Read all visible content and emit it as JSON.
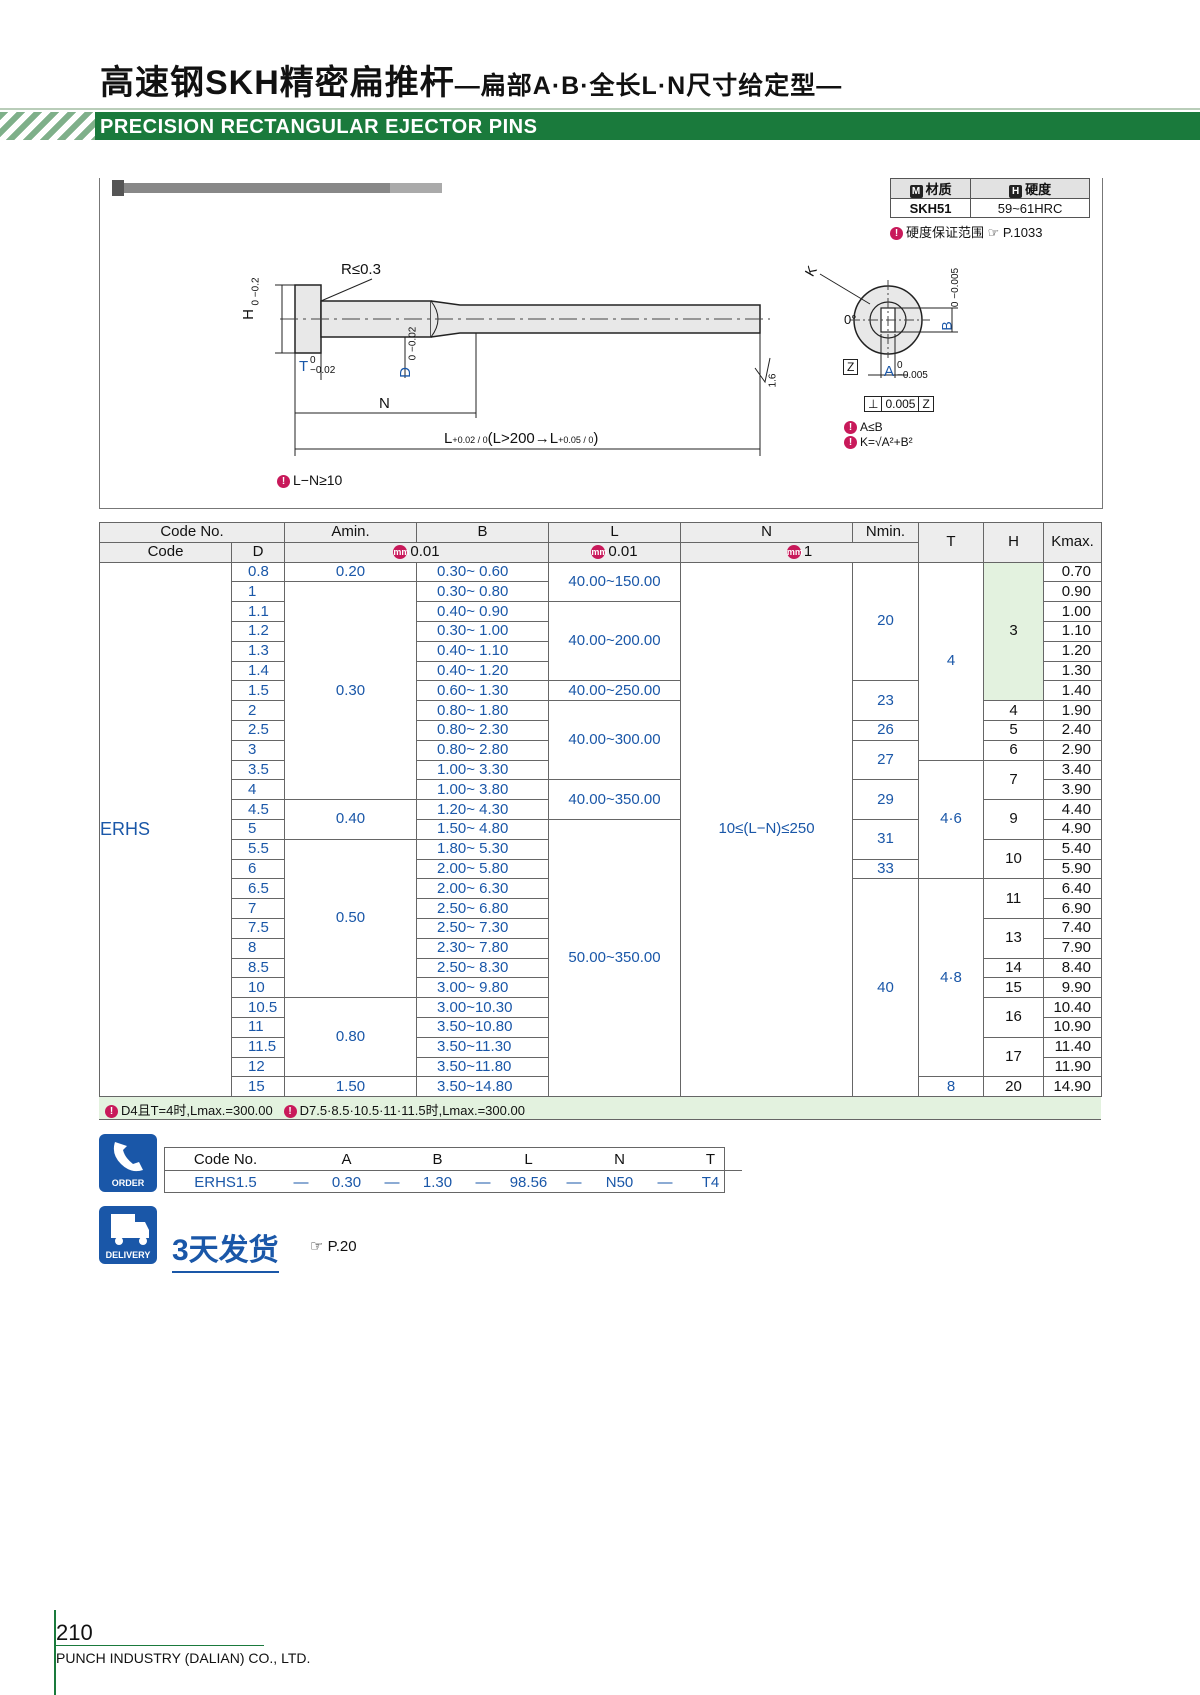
{
  "header": {
    "title_main": "高速钢SKH精密扁推杆",
    "title_sub": "—扁部A·B·全长L·N尺寸给定型—",
    "subtitle": "PRECISION RECTANGULAR EJECTOR PINS"
  },
  "material": {
    "material_label": "材质",
    "hardness_label": "硬度",
    "material_badge": "M",
    "hardness_badge": "H",
    "material_value": "SKH51",
    "hardness_value": "59~61HRC",
    "note_label": "硬度保证范围",
    "note_ref": "P.1033"
  },
  "drawing": {
    "r_label": "R≤0.3",
    "h_label": "H",
    "h_tol_top": "0",
    "h_tol_bottom": "−0.2",
    "t_label": "T",
    "t_tol_top": "0",
    "t_tol_bottom": "−0.02",
    "d_label": "D",
    "d_tol_top": "0",
    "d_tol_bottom": "−0.02",
    "n_label": "N",
    "l_label": "L",
    "l_tol": "+0.02 / 0",
    "l_note": "(L>200→L",
    "l_note_tol": "+0.05 / 0",
    "l_note_end": ")",
    "roughness": "1.6",
    "k_label": "K",
    "zero_label": "0°",
    "b_label": "B",
    "b_tol_top": "0",
    "b_tol_bottom": "−0.005",
    "z_label": "Z",
    "a_label": "A",
    "a_tol_top": "0",
    "a_tol_bottom": "−0.005",
    "perp_value": "0.005",
    "perp_datum": "Z",
    "note_ab": "A≤B",
    "note_k": "K=√A²+B²",
    "note_ln": "L−N≥10"
  },
  "spec": {
    "headers": {
      "code_no": "Code No.",
      "code": "Code",
      "d": "D",
      "amin": "Amin.",
      "b": "B",
      "l": "L",
      "n": "N",
      "nmin": "Nmin.",
      "t": "T",
      "h": "H",
      "kmax": "Kmax.",
      "unit_badge": "mm",
      "unit_ab": "0.01",
      "unit_l": "0.01",
      "unit_n": "1"
    },
    "code": "ERHS",
    "d": [
      "0.8",
      "1",
      "1.1",
      "1.2",
      "1.3",
      "1.4",
      "1.5",
      "2",
      "2.5",
      "3",
      "3.5",
      "4",
      "4.5",
      "5",
      "5.5",
      "6",
      "6.5",
      "7",
      "7.5",
      "8",
      "8.5",
      "10",
      "10.5",
      "11",
      "11.5",
      "12",
      "15"
    ],
    "amin": [
      {
        "v": "0.20",
        "span": 1
      },
      {
        "v": "0.30",
        "span": 11
      },
      {
        "v": "0.40",
        "span": 2
      },
      {
        "v": "0.50",
        "span": 8
      },
      {
        "v": "0.80",
        "span": 4
      },
      {
        "v": "1.50",
        "span": 1
      }
    ],
    "b": [
      "0.30~ 0.60",
      "0.30~ 0.80",
      "0.40~ 0.90",
      "0.30~ 1.00",
      "0.40~ 1.10",
      "0.40~ 1.20",
      "0.60~ 1.30",
      "0.80~ 1.80",
      "0.80~ 2.30",
      "0.80~ 2.80",
      "1.00~ 3.30",
      "1.00~ 3.80",
      "1.20~ 4.30",
      "1.50~ 4.80",
      "1.80~ 5.30",
      "2.00~ 5.80",
      "2.00~ 6.30",
      "2.50~ 6.80",
      "2.50~ 7.30",
      "2.30~ 7.80",
      "2.50~ 8.30",
      "3.00~ 9.80",
      "3.00~10.30",
      "3.50~10.80",
      "3.50~11.30",
      "3.50~11.80",
      "3.50~14.80"
    ],
    "l": [
      {
        "v": "40.00~150.00",
        "span": 2
      },
      {
        "v": "40.00~200.00",
        "span": 4
      },
      {
        "v": "40.00~250.00",
        "span": 1
      },
      {
        "v": "40.00~300.00",
        "span": 4
      },
      {
        "v": "40.00~350.00",
        "span": 2
      },
      {
        "v": "50.00~350.00",
        "span": 14
      }
    ],
    "n_value": "10≤(L−N)≤250",
    "nmin": [
      {
        "v": "20",
        "span": 6
      },
      {
        "v": "23",
        "span": 2
      },
      {
        "v": "26",
        "span": 1
      },
      {
        "v": "27",
        "span": 2
      },
      {
        "v": "29",
        "span": 2
      },
      {
        "v": "31",
        "span": 2
      },
      {
        "v": "33",
        "span": 1
      },
      {
        "v": "40",
        "span": 11
      }
    ],
    "t": [
      {
        "v": "4",
        "span": 10
      },
      {
        "v": "4·6",
        "span": 6
      },
      {
        "v": "4·8",
        "span": 10
      },
      {
        "v": "8",
        "span": 1
      }
    ],
    "h": [
      {
        "v": "3",
        "span": 7,
        "green": true
      },
      {
        "v": "4",
        "span": 1
      },
      {
        "v": "5",
        "span": 1
      },
      {
        "v": "6",
        "span": 1
      },
      {
        "v": "7",
        "span": 2
      },
      {
        "v": "9",
        "span": 2
      },
      {
        "v": "10",
        "span": 2
      },
      {
        "v": "11",
        "span": 2
      },
      {
        "v": "13",
        "span": 2
      },
      {
        "v": "14",
        "span": 1
      },
      {
        "v": "15",
        "span": 1
      },
      {
        "v": "16",
        "span": 2
      },
      {
        "v": "17",
        "span": 2
      },
      {
        "v": "20",
        "span": 1
      }
    ],
    "kmax": [
      "0.70",
      "0.90",
      "1.00",
      "1.10",
      "1.20",
      "1.30",
      "1.40",
      "1.90",
      "2.40",
      "2.90",
      "3.40",
      "3.90",
      "4.40",
      "4.90",
      "5.40",
      "5.90",
      "6.40",
      "6.90",
      "7.40",
      "7.90",
      "8.40",
      "9.90",
      "10.40",
      "10.90",
      "11.40",
      "11.90",
      "14.90"
    ]
  },
  "notes": {
    "note1": "D4且T=4时,Lmax.=300.00",
    "note2": "D7.5·8.5·10.5·11·11.5时,Lmax.=300.00"
  },
  "order": {
    "icon_label": "ORDER",
    "headers": [
      "Code No.",
      "A",
      "B",
      "L",
      "N",
      "T"
    ],
    "values": [
      "ERHS1.5",
      "0.30",
      "1.30",
      "98.56",
      "N50",
      "T4"
    ],
    "sep": "—"
  },
  "delivery": {
    "icon_label": "DELIVERY",
    "text": "3天发货",
    "ref": "P.20"
  },
  "footer": {
    "page": "210",
    "company": "PUNCH INDUSTRY (DALIAN) CO., LTD."
  }
}
